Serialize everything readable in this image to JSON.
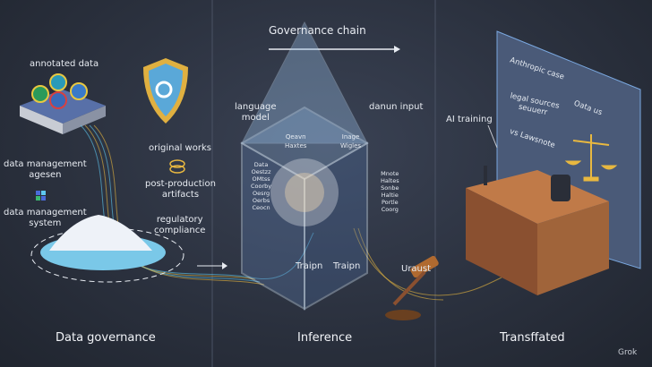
{
  "header": {
    "title": "Governance chain"
  },
  "sections": {
    "left": "Data governance",
    "middle": "Inference",
    "right": "Transffated"
  },
  "left_labels": {
    "annotated_data": "annotated data",
    "dm_agesen": "data management\nagesen",
    "dm_system": "data management\nsystem",
    "original_works": "original works",
    "post_production": "post-production\nartifacts",
    "regulatory": "regulatory\ncompliance"
  },
  "middle_labels": {
    "language_model": "language\nmodel",
    "danun_input": "danun input",
    "train_left": "Traipn",
    "train_right": "Traipn",
    "uraust": "Uraust",
    "panel_top_left": "Qeavn\nHaxtes",
    "panel_top_right": "Inage\nWigles",
    "panel_left": "Data\nOestzz\nOMtss\nCoorby\nOesrg\nOerbs\nCeocn",
    "panel_right": "Mnote\nHaltes\nSonbe\nHaltie\nPortle\nCoorg"
  },
  "right_labels": {
    "ai_training": "AI training",
    "board_items": [
      "Anthropic case",
      "legal sources\nseuuerr",
      "vs Lawsnote",
      "Oata us"
    ]
  },
  "watermark": "Grok",
  "colors": {
    "accent_blue": "#5ec8f0",
    "accent_gold": "#e8b840",
    "board": "#4a5a78",
    "desk": "#a0643a"
  }
}
